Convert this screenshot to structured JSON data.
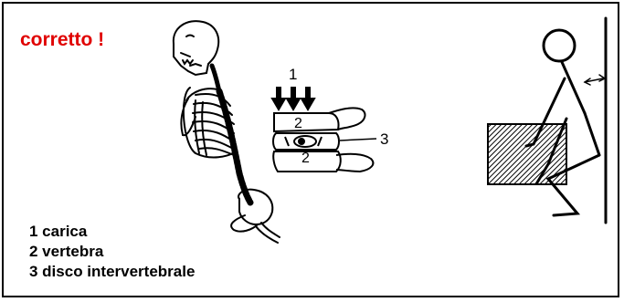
{
  "title": "corretto !",
  "title_color": "#e00000",
  "labels": {
    "load_number": "1",
    "vertebra_upper_number": "2",
    "vertebra_lower_number": "2",
    "disc_number": "3"
  },
  "legend": [
    "1 carica",
    "2 vertebra",
    "3 disco intervertebrale"
  ],
  "icons": [
    "skeleton-illustration",
    "spine-detail-illustration",
    "person-lifting-box-illustration"
  ]
}
